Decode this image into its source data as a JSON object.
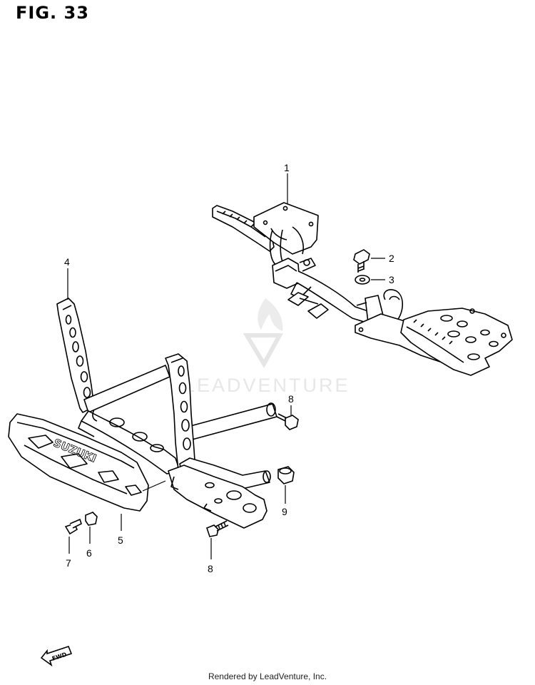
{
  "figure": {
    "title": "FIG. 33"
  },
  "watermark": {
    "text": "LEADVENTURE"
  },
  "callouts": [
    {
      "id": "1",
      "label": "1"
    },
    {
      "id": "2",
      "label": "2"
    },
    {
      "id": "3",
      "label": "3"
    },
    {
      "id": "4",
      "label": "4"
    },
    {
      "id": "5",
      "label": "5"
    },
    {
      "id": "6",
      "label": "6"
    },
    {
      "id": "7",
      "label": "7"
    },
    {
      "id": "8a",
      "label": "8"
    },
    {
      "id": "8b",
      "label": "8"
    },
    {
      "id": "9",
      "label": "9"
    }
  ],
  "guard_emboss": "SUZUKI",
  "fwd_arrow": "FWD",
  "footer": {
    "text": "Rendered by LeadVenture, Inc."
  },
  "colors": {
    "line": "#000000",
    "watermark": "#e7e7e7",
    "background": "#ffffff"
  }
}
